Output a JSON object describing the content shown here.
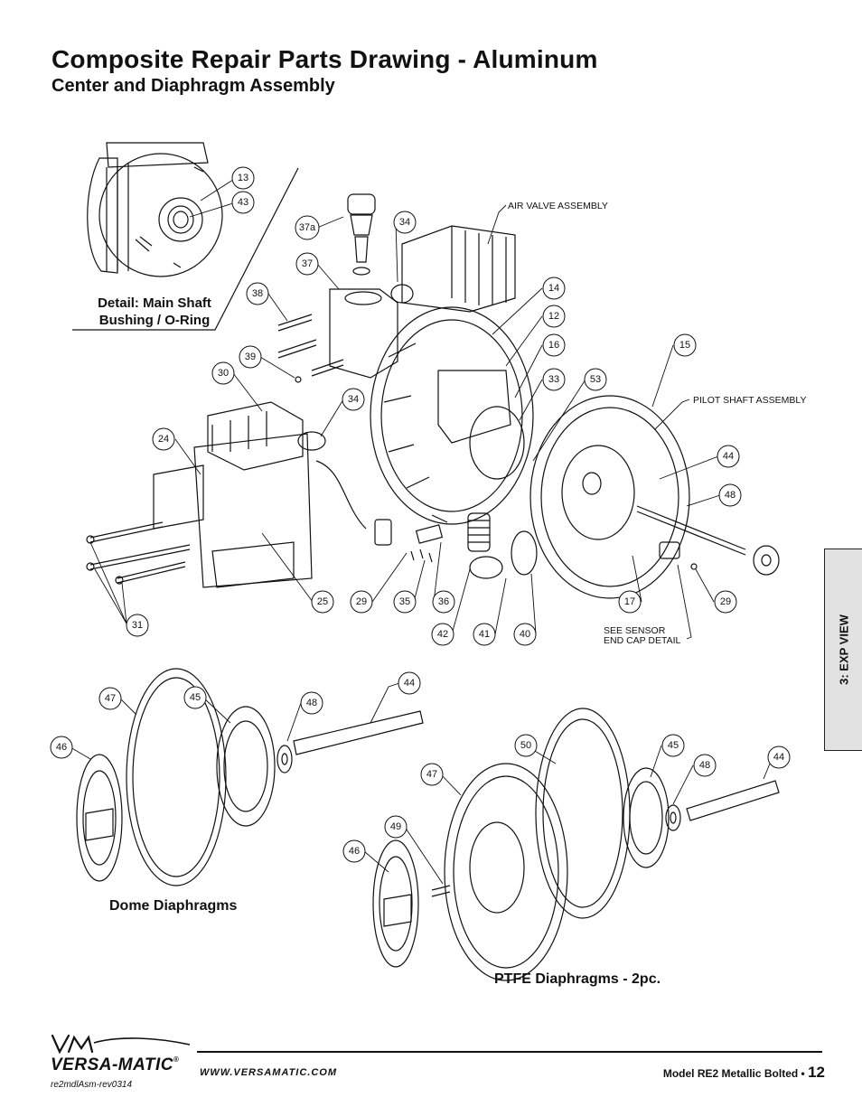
{
  "header": {
    "title": "Composite Repair Parts Drawing - Aluminum",
    "subtitle": "Center and Diaphragm Assembly"
  },
  "detail_label": {
    "line1": "Detail: Main Shaft",
    "line2": "Bushing / O-Ring"
  },
  "callouts": {
    "c13": "13",
    "c43": "43",
    "c37a": "37a",
    "c34a": "34",
    "c37": "37",
    "c38": "38",
    "c39": "39",
    "c30": "30",
    "c34b": "34",
    "c24": "24",
    "c14": "14",
    "c12": "12",
    "c16": "16",
    "c15": "15",
    "c33": "33",
    "c53": "53",
    "c44a": "44",
    "c48a": "48",
    "c31": "31",
    "c25": "25",
    "c29a": "29",
    "c35": "35",
    "c36": "36",
    "c42": "42",
    "c41": "41",
    "c40": "40",
    "c17": "17",
    "c29b": "29",
    "c47a": "47",
    "c45a": "45",
    "c48b": "48",
    "c44b": "44",
    "c46a": "46",
    "c50": "50",
    "c45b": "45",
    "c48c": "48",
    "c44c": "44",
    "c47b": "47",
    "c49": "49",
    "c46b": "46"
  },
  "notes": {
    "air_valve": "AIR VALVE ASSEMBLY",
    "pilot_shaft": "PILOT SHAFT ASSEMBLY",
    "sensor_line1": "SEE SENSOR",
    "sensor_line2": "END CAP DETAIL"
  },
  "section_labels": {
    "dome": "Dome Diaphragms",
    "ptfe": "PTFE Diaphragms - 2pc."
  },
  "side_tab": "3: EXP VIEW",
  "footer": {
    "brand": "VERSA-MATIC",
    "reg": "®",
    "rev_code": "re2mdlAsm-rev0314",
    "website": "WWW.VERSAMATIC.COM",
    "model_text": "Model RE2 Metallic Bolted •",
    "page_number": "12"
  }
}
